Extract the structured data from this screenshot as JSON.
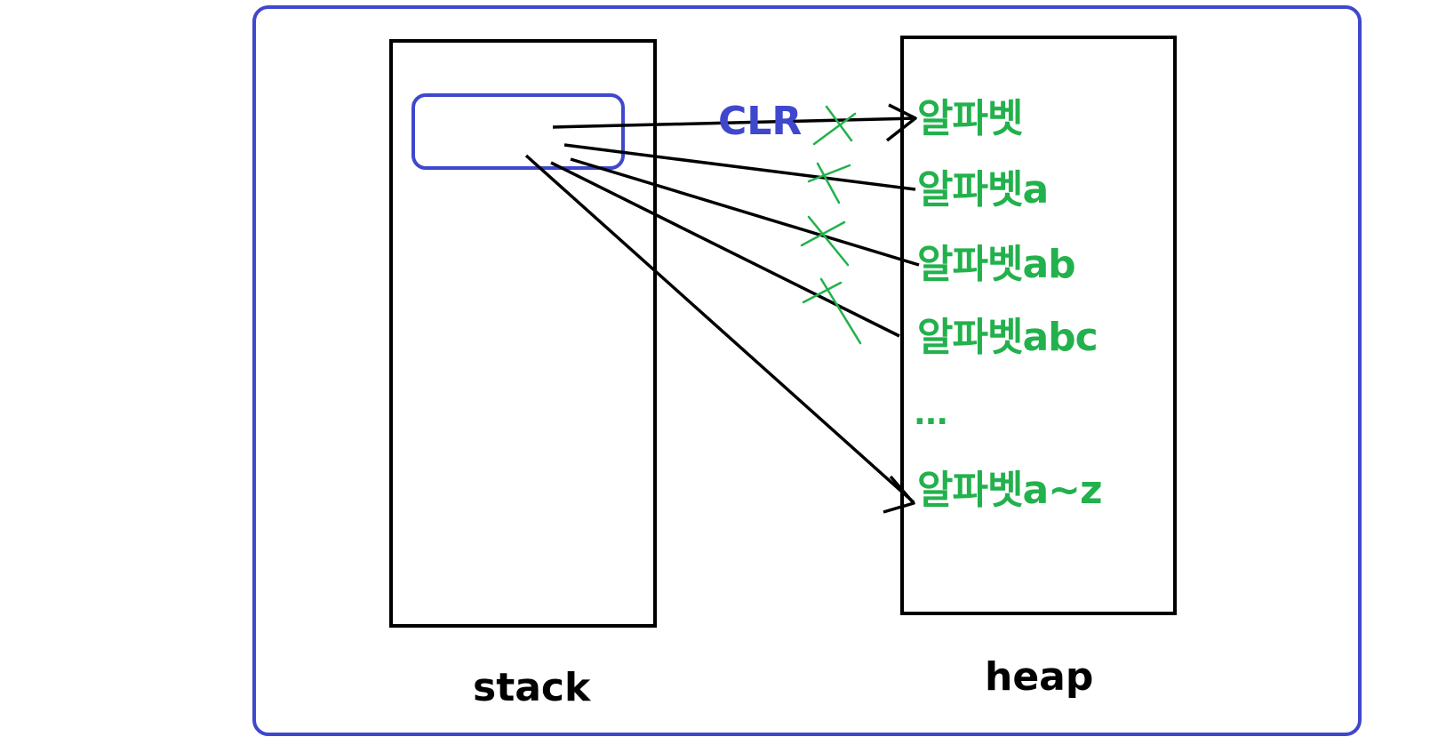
{
  "colors": {
    "frame": "#3f48cc",
    "box": "#000000",
    "arrow": "#000000",
    "heap_text": "#22b14c",
    "cross": "#22b14c",
    "clr_text": "#3f48cc"
  },
  "labels": {
    "stack": "stack",
    "heap": "heap",
    "clr": "CLR"
  },
  "heap_items": [
    "알파벳",
    "알파벳a",
    "알파벳ab",
    "알파벳abc",
    "...",
    "알파벳a~z"
  ],
  "icons": {
    "cross": "cross-mark-icon",
    "arrowhead": "arrowhead-icon"
  }
}
